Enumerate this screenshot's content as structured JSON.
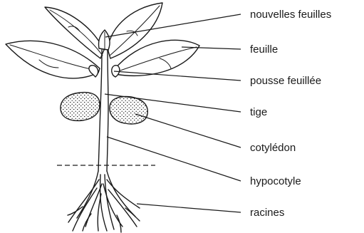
{
  "labels": {
    "nouvelles_feuilles": "nouvelles feuilles",
    "feuille": "feuille",
    "pousse_feuillee": "pousse feuillée",
    "tige": "tige",
    "cotyledon": "cotylédon",
    "hypocotyle": "hypocotyle",
    "racines": "racines"
  }
}
